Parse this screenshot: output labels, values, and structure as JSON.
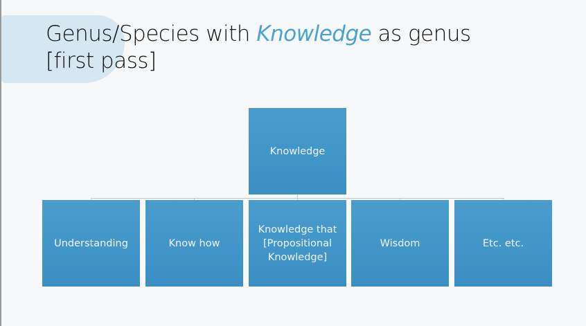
{
  "title": {
    "part1": "Genus/Species with ",
    "highlight": "Knowledge",
    "part2": " as genus",
    "line2": "[first pass]"
  },
  "root": {
    "label": "Knowledge"
  },
  "children": [
    {
      "label": "Understanding"
    },
    {
      "label": "Know how"
    },
    {
      "label": "Knowledge that [Propositional Knowledge]"
    },
    {
      "label": "Wisdom"
    },
    {
      "label": "Etc. etc."
    }
  ],
  "colors": {
    "node": "#3d94c8",
    "highlight": "#4aa3cf"
  }
}
